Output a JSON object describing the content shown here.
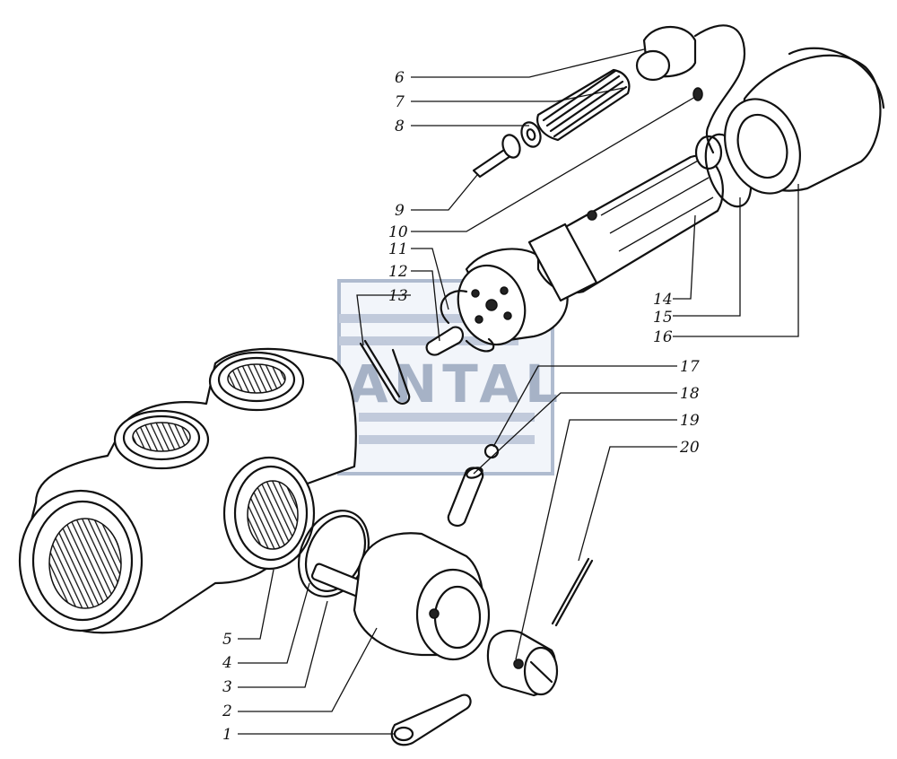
{
  "part_labels": {
    "p1": "1",
    "p2": "2",
    "p3": "3",
    "p4": "4",
    "p5": "5",
    "p6": "6",
    "p7": "7",
    "p8": "8",
    "p9": "9",
    "p10": "10",
    "p11": "11",
    "p12": "12",
    "p13": "13",
    "p14": "14",
    "p15": "15",
    "p16": "16",
    "p17": "17",
    "p18": "18",
    "p19": "19",
    "p20": "20"
  },
  "watermark": {
    "text": "SANTAL",
    "color": "#6f84a8"
  },
  "colors": {
    "ink": "#111111",
    "stipple": "#555555",
    "background": "#ffffff"
  }
}
